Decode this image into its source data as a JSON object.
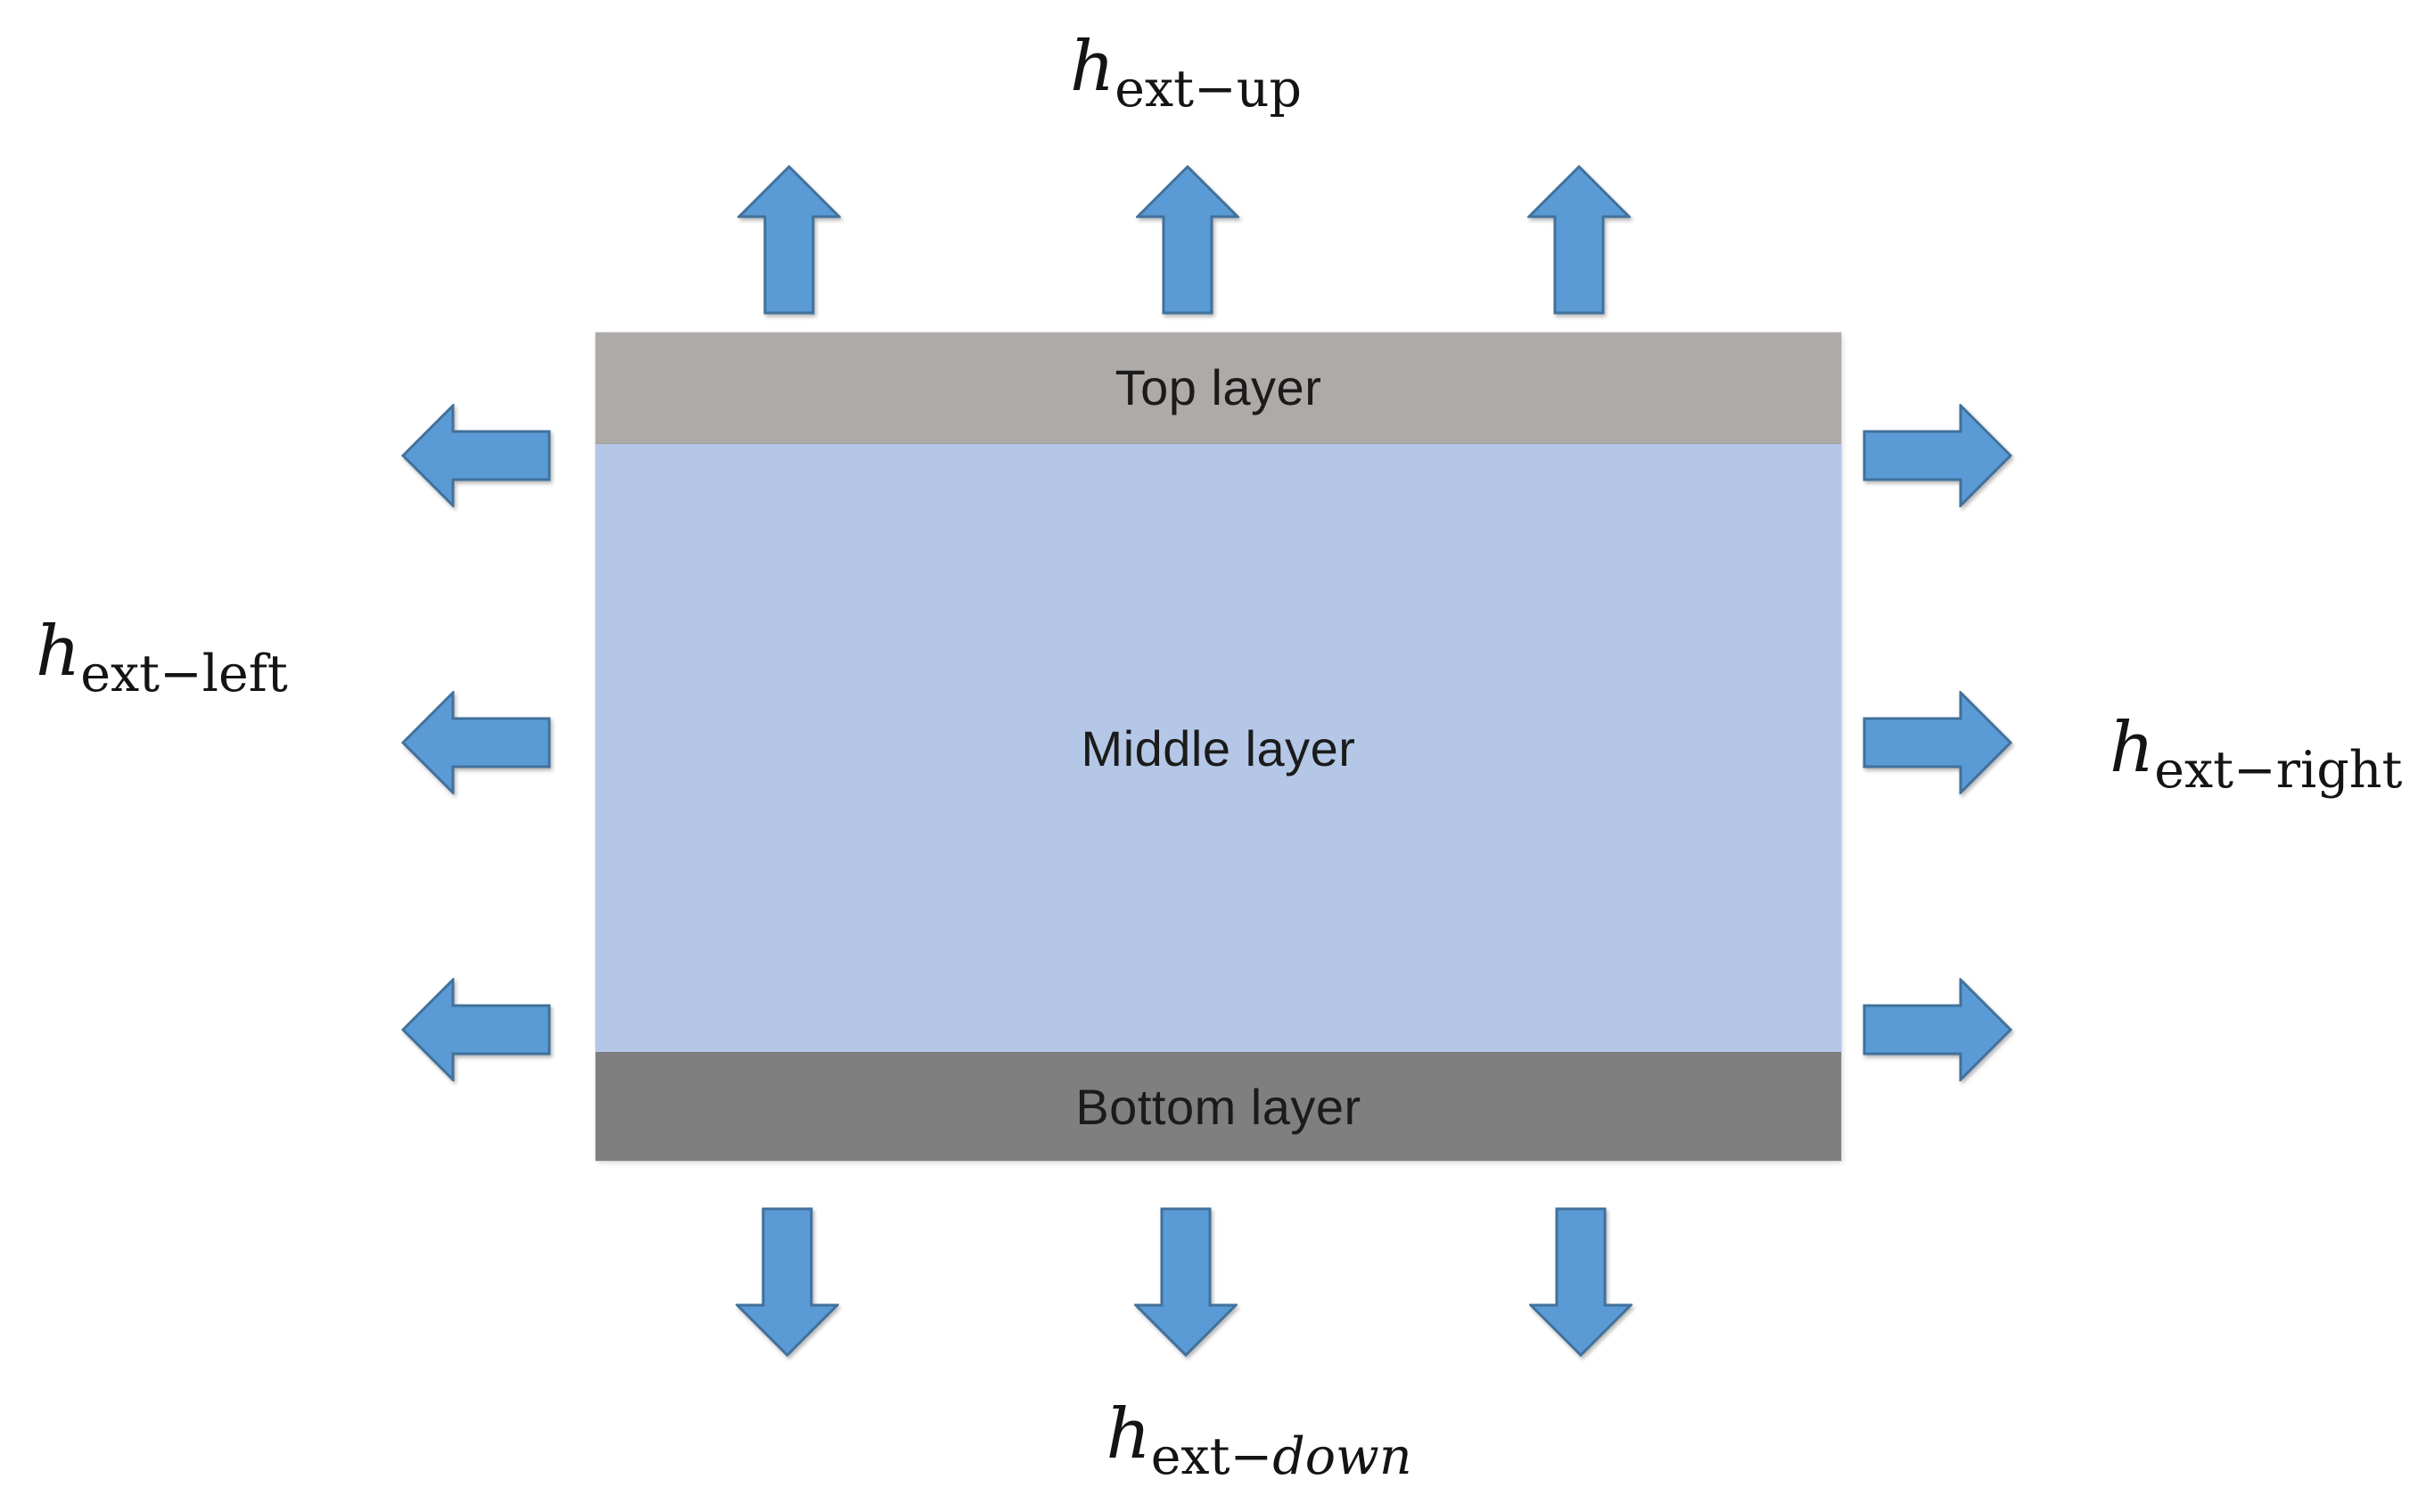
{
  "diagram": {
    "layers": [
      {
        "label": "Top layer",
        "color_key": "layer_top"
      },
      {
        "label": "Middle layer",
        "color_key": "layer_middle"
      },
      {
        "label": "Bottom layer",
        "color_key": "layer_bottom"
      }
    ],
    "labels": {
      "up": {
        "base": "h",
        "sub": "ext−up"
      },
      "down": {
        "base": "h",
        "sub_upright": "ext−",
        "sub_italic": "down"
      },
      "left": {
        "base": "h",
        "sub": "ext−left"
      },
      "right": {
        "base": "h",
        "sub": "ext−right"
      }
    },
    "colors": {
      "arrow_fill": "#5b9bd5",
      "arrow_border": "#41719c",
      "layer_top": "#aeaaa8",
      "layer_middle": "#b4c7e7",
      "layer_bottom": "#7f7f7f"
    }
  }
}
